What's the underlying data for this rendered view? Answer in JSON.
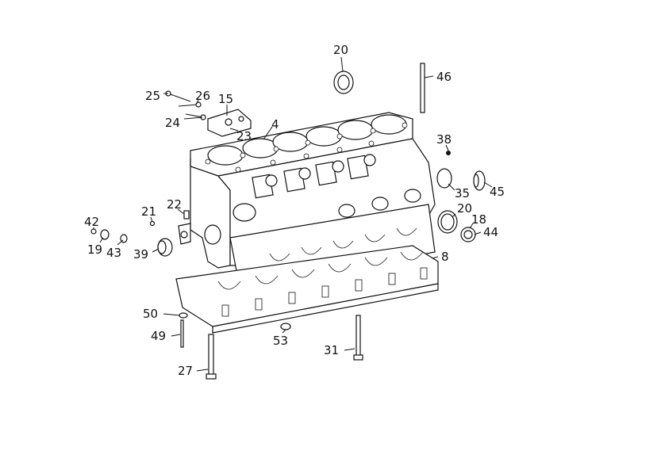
{
  "callouts": [
    "20",
    "46",
    "25",
    "26",
    "15",
    "24",
    "23",
    "4",
    "38",
    "35",
    "45",
    "21",
    "22",
    "20",
    "18",
    "44",
    "42",
    "19",
    "43",
    "39",
    "8",
    "50",
    "49",
    "53",
    "31",
    "27"
  ]
}
